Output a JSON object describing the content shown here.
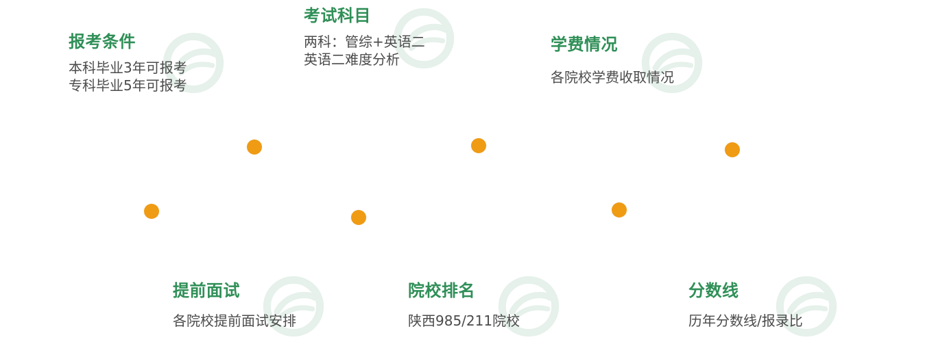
{
  "accent_color": "#2f8f57",
  "dot_color": "#ef9b14",
  "watermark_icon": "circular-e-logo-icon",
  "items": [
    {
      "title": "报考条件",
      "lines": [
        "本科毕业3年可报考",
        "专科毕业5年可报考"
      ]
    },
    {
      "title": "考试科目",
      "lines": [
        "两科：管综+英语二",
        "英语二难度分析"
      ]
    },
    {
      "title": "学费情况",
      "lines": [
        "各院校学费收取情况"
      ]
    },
    {
      "title": "提前面试",
      "lines": [
        "各院校提前面试安排"
      ]
    },
    {
      "title": "院校排名",
      "lines": [
        "陕西985/211院校"
      ]
    },
    {
      "title": "分数线",
      "lines": [
        "历年分数线/报录比"
      ]
    }
  ]
}
